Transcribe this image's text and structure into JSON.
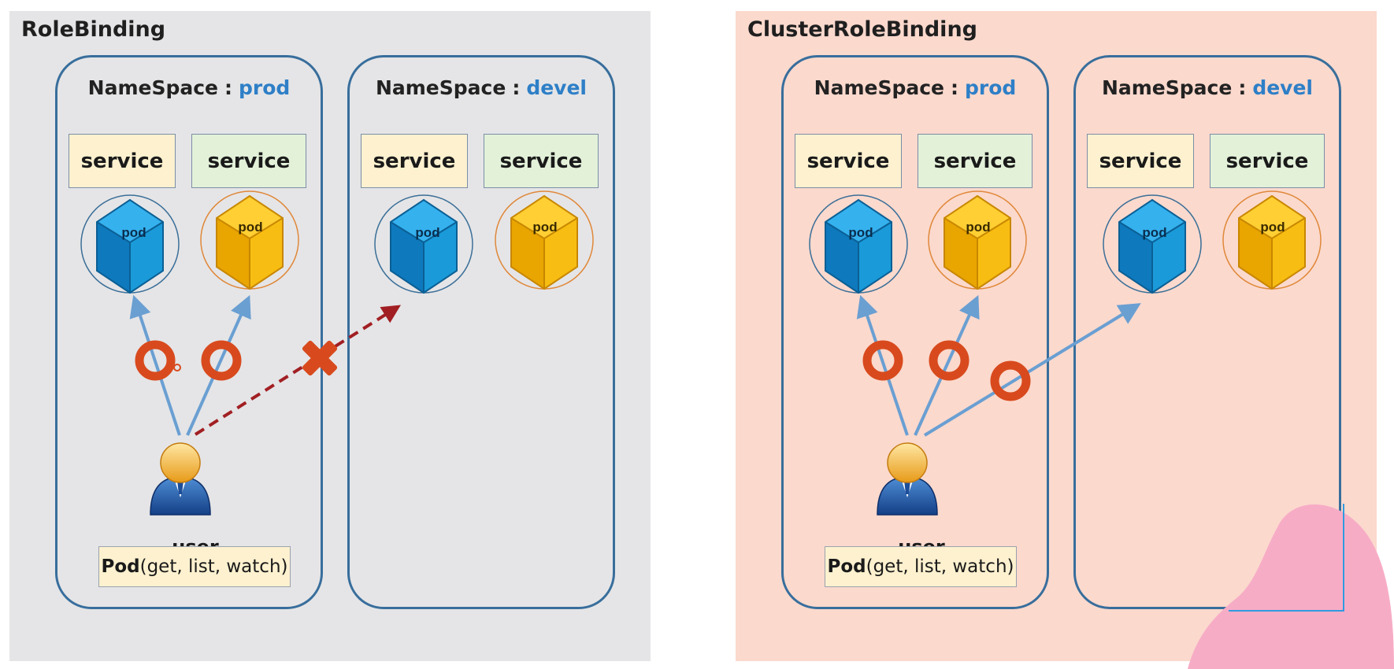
{
  "left": {
    "title": "RoleBinding",
    "namespaces": [
      {
        "label": "NameSpace",
        "sep": ":",
        "name": "prod",
        "services": [
          "service",
          "service"
        ],
        "pods": [
          "pod",
          "pod"
        ]
      },
      {
        "label": "NameSpace",
        "sep": ":",
        "name": "devel",
        "services": [
          "service",
          "service"
        ],
        "pods": [
          "pod",
          "pod"
        ]
      }
    ],
    "user": "user",
    "role_resource": "Pod",
    "role_verbs": "(get, list, watch)"
  },
  "right": {
    "title": "ClusterRoleBinding",
    "namespaces": [
      {
        "label": "NameSpace",
        "sep": ":",
        "name": "prod",
        "services": [
          "service",
          "service"
        ],
        "pods": [
          "pod",
          "pod"
        ]
      },
      {
        "label": "NameSpace",
        "sep": ":",
        "name": "devel",
        "services": [
          "service",
          "service"
        ],
        "pods": [
          "pod",
          "pod"
        ]
      }
    ],
    "user": "user",
    "role_resource": "Pod",
    "role_verbs": "(get, list, watch)"
  },
  "colors": {
    "left_bg": "#e5e5e7",
    "right_bg": "#fbd9cd",
    "namespace_border": "#386e9c",
    "namespace_name": "#2e7fc7",
    "service_yellow": "#fdf1cf",
    "service_green": "#e3f1d9",
    "pod_blue": "#1e90d4",
    "pod_yellow": "#f6b800",
    "allowed_arrow": "#6a9fd2",
    "denied_arrow": "#a11f23",
    "mark": "#d84a1d"
  },
  "icons": [
    "pod-cube-icon",
    "user-avatar-icon",
    "allowed-circle-mark-icon",
    "denied-x-mark-icon"
  ]
}
